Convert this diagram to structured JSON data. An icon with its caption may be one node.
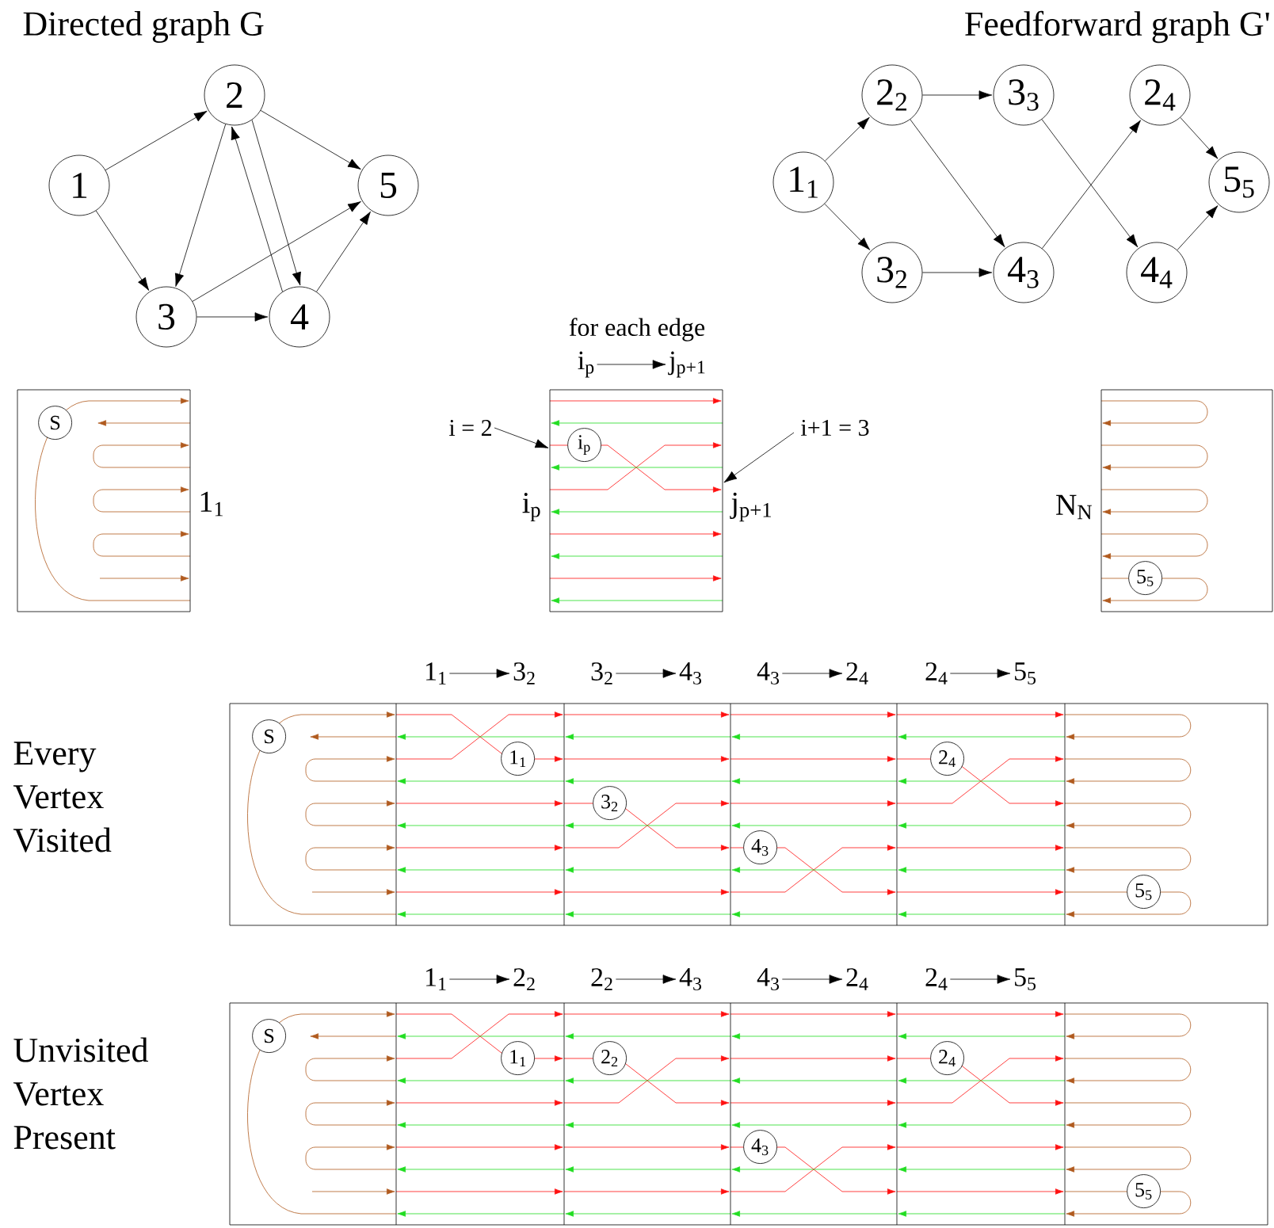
{
  "diagram": {
    "nodes": [
      {
        "text": [
          "1"
        ]
      },
      {
        "text": [
          "2"
        ]
      },
      {
        "text": [
          "3"
        ]
      },
      {
        "text": [
          "4"
        ]
      },
      {
        "text": [
          "5"
        ]
      },
      {
        "text": [
          "1$_{1}$"
        ]
      },
      {
        "text": [
          "2$_{2}$"
        ]
      },
      {
        "text": [
          "3$_{2}$"
        ]
      },
      {
        "text": [
          "3$_{3}$"
        ]
      },
      {
        "text": [
          "4$_{3}$"
        ]
      },
      {
        "text": [
          "2$_{4}$"
        ]
      },
      {
        "text": [
          "4$_{4}$"
        ]
      },
      {
        "text": [
          "5$_{5}$"
        ]
      },
      {
        "text": [],
        "shape": "box"
      },
      {
        "text": [
          "S"
        ],
        "in": 13
      },
      {
        "text": [
          "i$_{p}$"
        ]
      },
      {
        "text": [
          "j$_{p+1}$"
        ]
      },
      {
        "text": [
          "i = 2"
        ]
      },
      {
        "text": [],
        "shape": "box"
      },
      {
        "text": [
          "i$_{p}$"
        ],
        "in": 18
      },
      {
        "text": [
          "i+1 = 3"
        ]
      },
      {
        "text": [],
        "shape": "box"
      },
      {
        "text": [
          "5$_{5}$"
        ],
        "in": 21
      },
      {
        "text": [
          "1$_{1}$"
        ]
      },
      {
        "text": [
          "3$_{2}$"
        ]
      },
      {
        "text": [
          "3$_{2}$"
        ]
      },
      {
        "text": [
          "4$_{3}$"
        ]
      },
      {
        "text": [
          "4$_{3}$"
        ]
      },
      {
        "text": [
          "2$_{4}$"
        ]
      },
      {
        "text": [
          "2$_{4}$"
        ]
      },
      {
        "text": [
          "5$_{5}$"
        ]
      },
      {
        "text": [],
        "shape": "box",
        "beside": [
          "Every Vertex Visited"
        ]
      },
      {
        "text": [
          "S"
        ],
        "in": 31
      },
      {
        "text": [
          "1$_{1}$"
        ],
        "in": 31
      },
      {
        "text": [
          "3$_{2}$"
        ],
        "in": 31
      },
      {
        "text": [
          "4$_{3}$"
        ],
        "in": 31
      },
      {
        "text": [
          "2$_{4}$"
        ],
        "in": 31
      },
      {
        "text": [
          "5$_{5}$"
        ],
        "in": 31
      },
      {
        "text": [
          "1$_{1}$"
        ]
      },
      {
        "text": [
          "2$_{2}$"
        ]
      },
      {
        "text": [
          "2$_{2}$"
        ]
      },
      {
        "text": [
          "4$_{3}$"
        ]
      },
      {
        "text": [
          "4$_{3}$"
        ]
      },
      {
        "text": [
          "2$_{4}$"
        ]
      },
      {
        "text": [
          "2$_{4}$"
        ]
      },
      {
        "text": [
          "5$_{5}$"
        ]
      },
      {
        "text": [],
        "shape": "box",
        "beside": [
          "Unvisited Vertex Present"
        ]
      },
      {
        "text": [
          "S"
        ],
        "in": 46
      },
      {
        "text": [
          "1$_{1}$"
        ],
        "in": 46
      },
      {
        "text": [
          "2$_{2}$"
        ],
        "in": 46
      },
      {
        "text": [
          "4$_{3}$"
        ],
        "in": 46
      },
      {
        "text": [
          "2$_{4}$"
        ],
        "in": 46
      },
      {
        "text": [
          "5$_{5}$"
        ],
        "in": 46
      }
    ],
    "edges": [
      {
        "from": 0,
        "to": 1,
        "arrow": "to"
      },
      {
        "from": 0,
        "to": 2,
        "arrow": "to"
      },
      {
        "from": 1,
        "to": 2,
        "arrow": "to"
      },
      {
        "from": 1,
        "to": 3,
        "arrow": "to"
      },
      {
        "from": 3,
        "to": 1,
        "arrow": "to"
      },
      {
        "from": 1,
        "to": 4,
        "arrow": "to"
      },
      {
        "from": 2,
        "to": 3,
        "arrow": "to"
      },
      {
        "from": 2,
        "to": 4,
        "arrow": "to"
      },
      {
        "from": 3,
        "to": 4,
        "arrow": "to"
      },
      {
        "from": 5,
        "to": 6,
        "arrow": "to"
      },
      {
        "from": 5,
        "to": 7,
        "arrow": "to"
      },
      {
        "from": 6,
        "to": 8,
        "arrow": "to"
      },
      {
        "from": 6,
        "to": 9,
        "arrow": "to"
      },
      {
        "from": 7,
        "to": 9,
        "arrow": "to"
      },
      {
        "from": 9,
        "to": 10,
        "arrow": "to"
      },
      {
        "from": 8,
        "to": 11,
        "arrow": "to"
      },
      {
        "from": 10,
        "to": 12,
        "arrow": "to"
      },
      {
        "from": 11,
        "to": 12,
        "arrow": "to"
      },
      {
        "from": 15,
        "to": 16,
        "arrow": "to"
      },
      {
        "from": 17,
        "to": 18,
        "arrow": "to"
      },
      {
        "from": 20,
        "to": 18,
        "arrow": "to"
      },
      {
        "from": 23,
        "to": 24,
        "arrow": "to"
      },
      {
        "from": 25,
        "to": 26,
        "arrow": "to"
      },
      {
        "from": 27,
        "to": 28,
        "arrow": "to"
      },
      {
        "from": 29,
        "to": 30,
        "arrow": "to"
      },
      {
        "from": 38,
        "to": 39,
        "arrow": "to"
      },
      {
        "from": 40,
        "to": 41,
        "arrow": "to"
      },
      {
        "from": 42,
        "to": 43,
        "arrow": "to"
      },
      {
        "from": 44,
        "to": 45,
        "arrow": "to"
      }
    ],
    "labels": [
      "Directed graph G",
      "Feedforward graph G'",
      "for each edge",
      "1$_{1}$",
      "i$_{p}$",
      "j$_{p+1}$",
      "N$_{N}$"
    ]
  }
}
